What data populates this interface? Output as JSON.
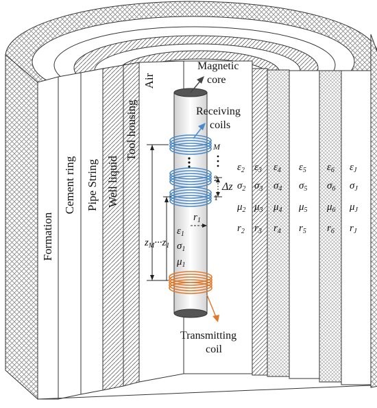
{
  "layers": {
    "formation": "Formation",
    "cement": "Cement ring",
    "pipe": "Pipe String",
    "well": "Well liquid",
    "tool": "Tool housing",
    "air": "Air"
  },
  "annotations": {
    "magnetic_line1": "Magnetic",
    "magnetic_line2": "core",
    "receiving_line1": "Receiving",
    "receiving_line2": "coils",
    "transmitting_line1": "Transmitting",
    "transmitting_line2": "coil",
    "coil_M": "M",
    "coil_2": "2",
    "coil_1": "1",
    "delta_z": "Δz",
    "r1": "r",
    "r1_sub": "1",
    "z_label": "z",
    "z_sub_M": "M",
    "z_dots": "···z",
    "z_sub_1": "1"
  },
  "core_params": [
    {
      "sym": "ε",
      "sub": "1"
    },
    {
      "sym": "σ",
      "sub": "1"
    },
    {
      "sym": "μ",
      "sub": "1"
    }
  ],
  "columns": [
    {
      "eps": "2",
      "sig": "2",
      "mu": "2",
      "r": "2"
    },
    {
      "eps": "3",
      "sig": "3",
      "mu": "3",
      "r": "3"
    },
    {
      "eps": "4",
      "sig": "4",
      "mu": "4",
      "r": "4"
    },
    {
      "eps": "5",
      "sig": "5",
      "mu": "5",
      "r": "5"
    },
    {
      "eps": "6",
      "sig": "6",
      "mu": "6",
      "r": "6"
    },
    {
      "eps": "J",
      "sig": "J",
      "mu": "J",
      "r": "J"
    }
  ],
  "symbols": {
    "eps": "ε",
    "sig": "σ",
    "mu": "μ",
    "r": "r"
  },
  "colors": {
    "receiving_coil": "#4a8ac8",
    "transmitting_coil": "#e07a2a",
    "core_cap": "#555555"
  }
}
